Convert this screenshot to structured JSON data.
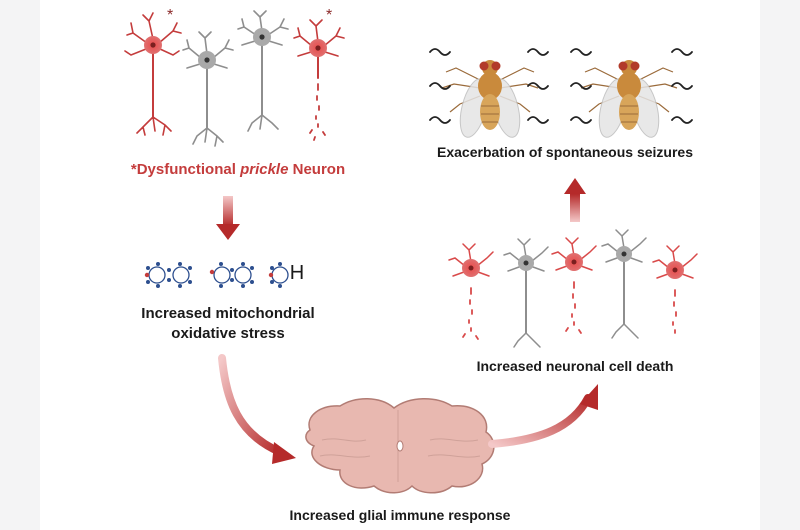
{
  "labels": {
    "dysfunctional_prefix": "*Dysfunctional ",
    "dysfunctional_italic": "prickle",
    "dysfunctional_suffix": " Neuron",
    "asterisk": "*",
    "mito_line1": "Increased mitochondrial",
    "mito_line2": "oxidative stress",
    "hydrogen": "H",
    "glial": "Increased glial immune response",
    "cell_death": "Increased neuronal cell death",
    "seizures": "Exacerbation of spontaneous seizures"
  },
  "colors": {
    "dysfunctional": "#c43c3c",
    "healthy_neuron": "#8e8e8e",
    "arrow": "#b52a2a",
    "brain": "#e8b8b0",
    "fly_body": "#c98a3c",
    "ros_dot": "#2d4f8f"
  }
}
